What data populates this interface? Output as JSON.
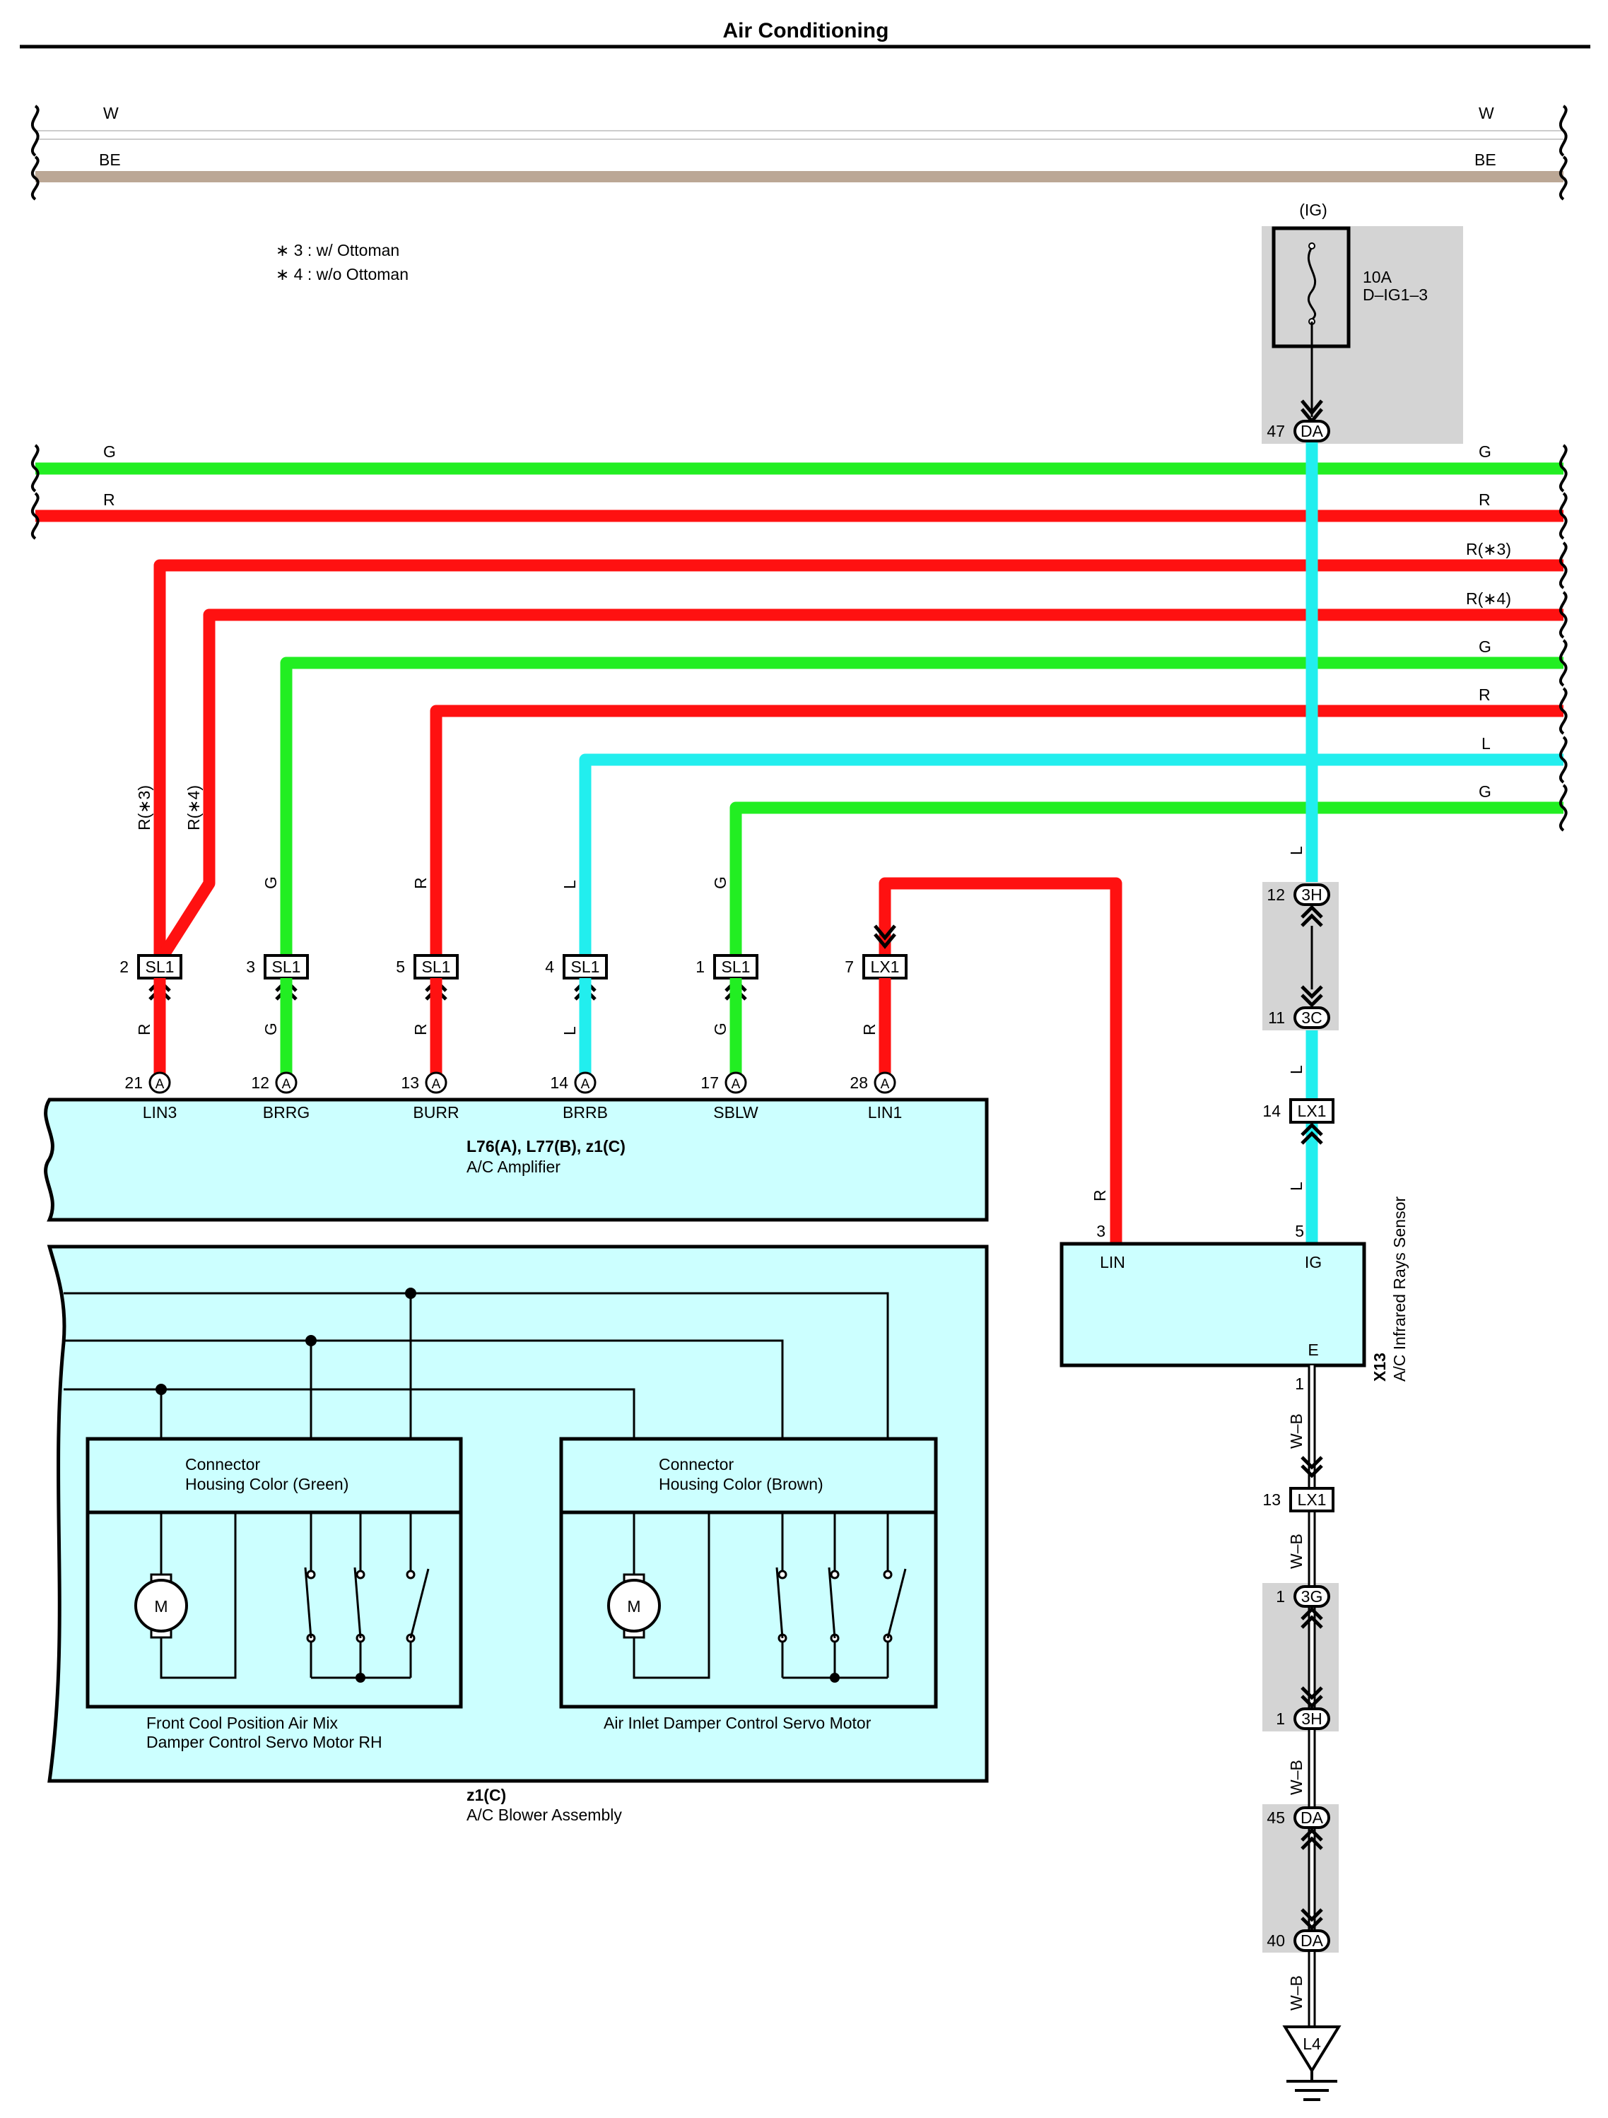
{
  "title": "Air Conditioning",
  "colors": {
    "G": "#22ee22",
    "R": "#ff1111",
    "L": "#22eeee",
    "W": "#ffffff",
    "BE": "#bba795",
    "WB": "#000000",
    "panel_fill": "#ccffff",
    "shade": "#d4d4d4"
  },
  "notes": {
    "n3": "∗ 3 : w/ Ottoman",
    "n4": "∗ 4 : w/o Ottoman"
  },
  "bus": {
    "W": "W",
    "BE": "BE",
    "G": "G",
    "R": "R"
  },
  "right_wires": [
    "R(∗3)",
    "R(∗4)",
    "G",
    "R",
    "L",
    "G"
  ],
  "fuse": {
    "source": "(IG)",
    "rating": "10A",
    "name": "D–IG1–3",
    "pin": "47",
    "conn": "DA"
  },
  "drops": [
    {
      "upper_label": "R(∗3)",
      "lower_label": "R",
      "sl_pin": "2",
      "sl_code": "SL1",
      "amp_pin": "21",
      "amp_conn": "A",
      "terminal": "LIN3"
    },
    {
      "upper_label": "R(∗4)"
    },
    {
      "upper_label": "G",
      "lower_label": "G",
      "sl_pin": "3",
      "sl_code": "SL1",
      "amp_pin": "12",
      "amp_conn": "A",
      "terminal": "BRRG"
    },
    {
      "upper_label": "R",
      "lower_label": "R",
      "sl_pin": "5",
      "sl_code": "SL1",
      "amp_pin": "13",
      "amp_conn": "A",
      "terminal": "BURR"
    },
    {
      "upper_label": "L",
      "lower_label": "L",
      "sl_pin": "4",
      "sl_code": "SL1",
      "amp_pin": "14",
      "amp_conn": "A",
      "terminal": "BRRB"
    },
    {
      "upper_label": "G",
      "lower_label": "G",
      "sl_pin": "1",
      "sl_code": "SL1",
      "amp_pin": "17",
      "amp_conn": "A",
      "terminal": "SBLW"
    },
    {
      "lower_label": "R",
      "sl_pin": "7",
      "sl_code": "LX1",
      "amp_pin": "28",
      "amp_conn": "A",
      "terminal": "LIN1"
    }
  ],
  "amplifier": {
    "connectors": "L76(A), L77(B), z1(C)",
    "name": "A/C Amplifier"
  },
  "blower": {
    "connector": "z1(C)",
    "name": "A/C Blower Assembly",
    "motor_symbol": "M",
    "servo_left": {
      "housing1": "Connector",
      "housing2": "Housing Color (Green)",
      "caption1": "Front Cool Position Air Mix",
      "caption2": "Damper Control Servo Motor RH"
    },
    "servo_right": {
      "housing1": "Connector",
      "housing2": "Housing Color (Brown)",
      "caption1": "Air Inlet Damper Control Servo Motor"
    }
  },
  "sensor": {
    "code": "X13",
    "name": "A/C Infrared Rays Sensor",
    "lin_terminal": "LIN",
    "ig_terminal": "IG",
    "e_terminal": "E",
    "lin_pin": "3",
    "ig_pin": "5",
    "e_pin": "1",
    "lin_wire": "R"
  },
  "ig_column": {
    "upper_label": "L",
    "c12_pin": "12",
    "c12": "3H",
    "c11_pin": "11",
    "c11": "3C",
    "mid_label": "L",
    "lx1_pin": "14",
    "lx1": "LX1",
    "lower_label": "L"
  },
  "ground_column": {
    "wb1": "W–B",
    "lx13_pin": "13",
    "lx13": "LX1",
    "wb2": "W–B",
    "g1_pin": "1",
    "g1": "3G",
    "h1_pin": "1",
    "h1": "3H",
    "wb3": "W–B",
    "d45_pin": "45",
    "d45": "DA",
    "d40_pin": "40",
    "d40": "DA",
    "wb4": "W–B",
    "ground": "L4"
  }
}
